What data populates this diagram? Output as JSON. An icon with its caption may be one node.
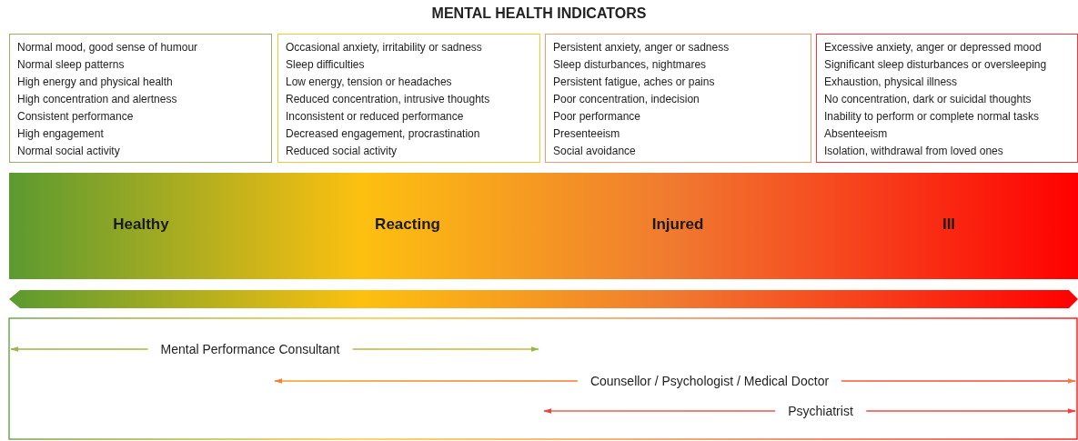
{
  "diagram": {
    "title": "MENTAL HEALTH INDICATORS",
    "nodes": [
      {
        "text": [
          "Normal mood, good sense of humour",
          "Normal sleep patterns",
          "High energy and physical health",
          "High concentration and alertness",
          "Consistent performance",
          "High engagement",
          "Normal social activity"
        ]
      },
      {
        "text": [
          "Occasional anxiety, irritability or sadness",
          "Sleep difficulties",
          "Low energy, tension or headaches",
          "Reduced concentration, intrusive thoughts",
          "Inconsistent or reduced performance",
          "Decreased engagement, procrastination",
          "Reduced social activity"
        ]
      },
      {
        "text": [
          "Persistent anxiety, anger or sadness",
          "Sleep disturbances, nightmares",
          "Persistent fatigue, aches or pains",
          "Poor concentration, indecision",
          "Poor performance",
          "Presenteeism",
          "Social avoidance"
        ]
      },
      {
        "text": [
          "Excessive anxiety, anger or depressed mood",
          "Significant sleep disturbances or oversleeping",
          "Exhaustion, physical illness",
          "No concentration, dark or suicidal thoughts",
          "Inability to perform or complete normal tasks",
          "Absenteeism",
          "Isolation, withdrawal from loved ones"
        ]
      }
    ],
    "labels": [
      "Healthy",
      "Reacting",
      "Injured",
      "Ill",
      "Mental Performance Consultant",
      "Counsellor / Psychologist / Medical Doctor",
      "Psychiatrist"
    ]
  }
}
